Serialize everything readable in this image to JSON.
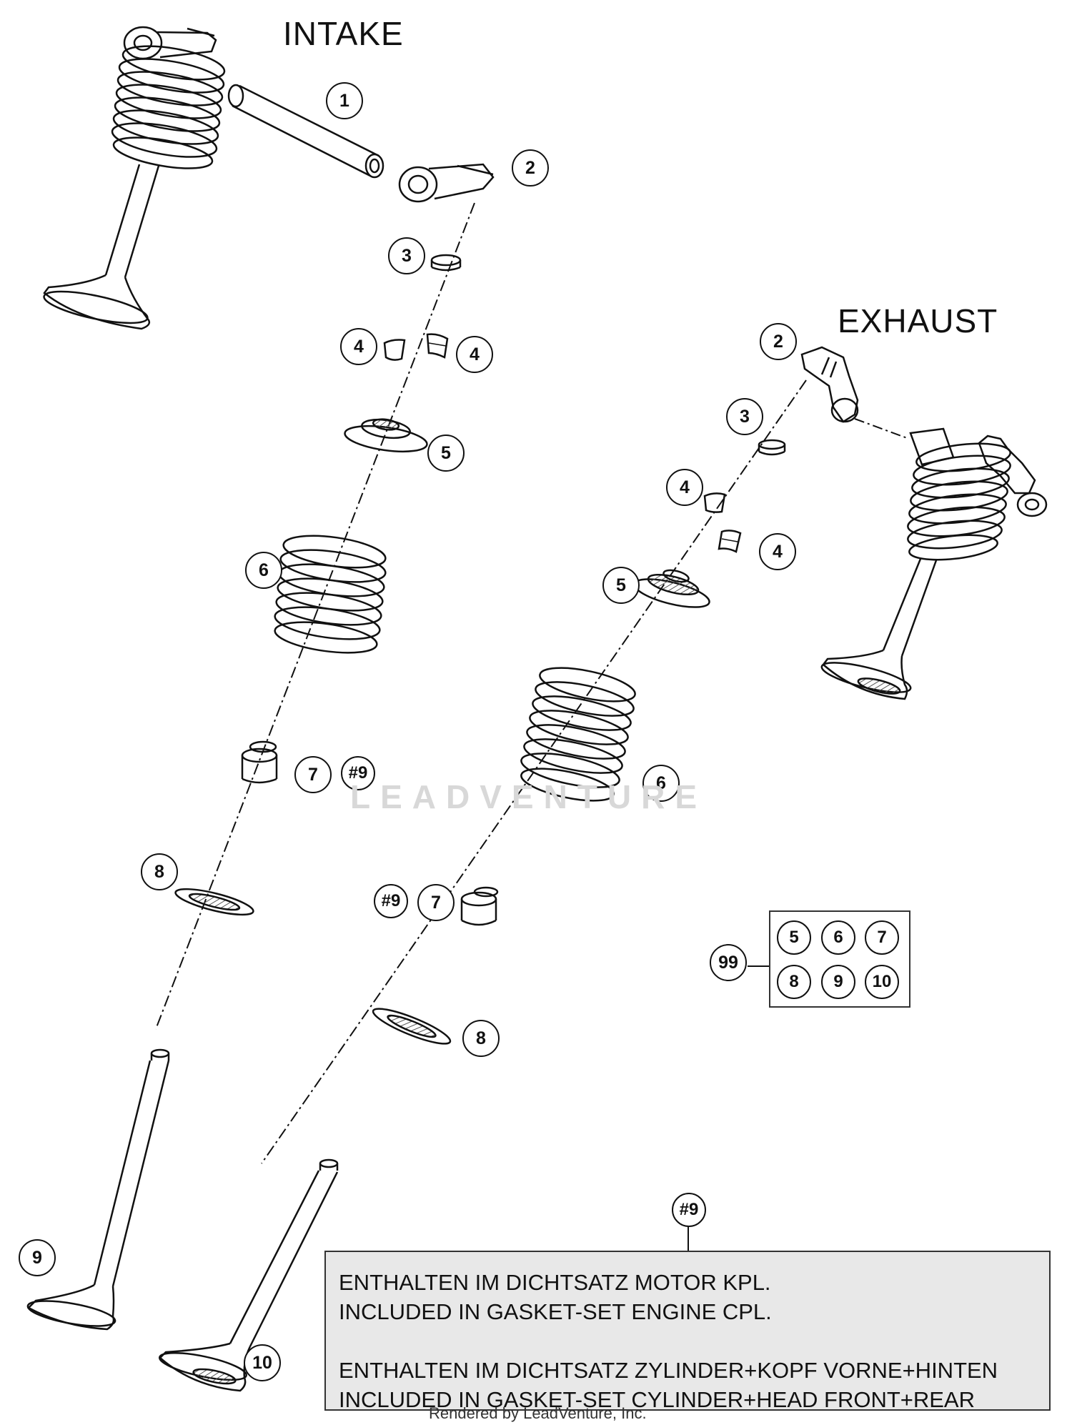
{
  "titles": {
    "intake": "INTAKE",
    "exhaust": "EXHAUST"
  },
  "callouts": {
    "intake": {
      "c1": "1",
      "c2": "2",
      "c3": "3",
      "c4a": "4",
      "c4b": "4",
      "c5": "5",
      "c6": "6",
      "c7": "7",
      "c9ref": "#9",
      "c8": "8",
      "c9": "9"
    },
    "exhaust": {
      "c2": "2",
      "c3": "3",
      "c4a": "4",
      "c4b": "4",
      "c5": "5",
      "c6": "6",
      "c9ref": "#9",
      "c7": "7",
      "c8": "8",
      "c10": "10"
    }
  },
  "kit": {
    "label": "99",
    "items": [
      "5",
      "6",
      "7",
      "8",
      "9",
      "10"
    ]
  },
  "note": {
    "ref": "#9",
    "lines": [
      "ENTHALTEN IM DICHTSATZ MOTOR KPL.",
      "INCLUDED IN GASKET-SET ENGINE CPL.",
      "ENTHALTEN IM DICHTSATZ ZYLINDER+KOPF VORNE+HINTEN",
      "INCLUDED IN GASKET-SET CYLINDER+HEAD FRONT+REAR"
    ]
  },
  "watermark": "LEADVENTURE",
  "footer": "Rendered by LeadVenture, Inc."
}
